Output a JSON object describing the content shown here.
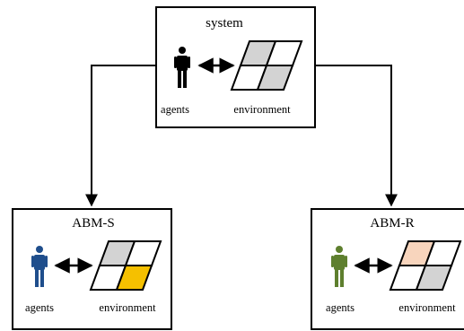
{
  "nodes": {
    "system": {
      "title": "system",
      "agent_label": "agents",
      "environment_label": "environment",
      "agent_color": "#000000",
      "cell_colors": [
        "#d3d3d3",
        "#ffffff",
        "#ffffff",
        "#d3d3d3"
      ]
    },
    "abm_s": {
      "title": "ABM-S",
      "agent_label": "agents",
      "environment_label": "environment",
      "agent_color": "#1f4e8c",
      "cell_colors": [
        "#d3d3d3",
        "#ffffff",
        "#ffffff",
        "#f5c000"
      ]
    },
    "abm_r": {
      "title": "ABM-R",
      "agent_label": "agents",
      "environment_label": "environment",
      "agent_color": "#5e7f2e",
      "cell_colors": [
        "#f8d5bd",
        "#ffffff",
        "#ffffff",
        "#d3d3d3"
      ]
    }
  },
  "icons": {
    "agent": "person-icon",
    "environment": "grid-icon",
    "link": "double-arrow-icon"
  }
}
